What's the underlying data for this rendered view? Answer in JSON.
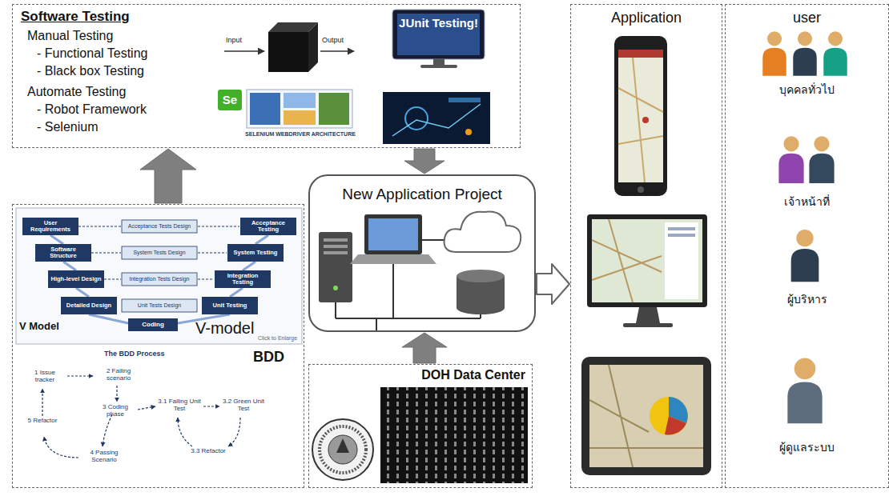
{
  "diagram": {
    "nodes": [
      {
        "text": [
          "Software Testing",
          "Manual Testing",
          "- Functional Testing",
          "- Black box Testing",
          "Automate Testing",
          "- Robot Framework",
          "- Selenium"
        ]
      },
      {
        "text": [
          "V Model",
          "V-model",
          "BDD"
        ]
      },
      {
        "text": [
          "New Application Project"
        ]
      },
      {
        "text": [
          "DOH Data Center"
        ]
      },
      {
        "text": [
          "Application"
        ]
      },
      {
        "text": [
          "user",
          "บุคคลทั่วไป",
          "เจ้าหน้าที่",
          "ผู้บริหาร",
          "ผู้ดูแลระบบ"
        ]
      }
    ],
    "edges": [
      {
        "from": 1,
        "to": 0,
        "arrow": "to"
      },
      {
        "from": 0,
        "to": 2,
        "arrow": "to"
      },
      {
        "from": 2,
        "to": 4,
        "arrow": "to"
      },
      {
        "from": 3,
        "to": 2,
        "arrow": "to"
      }
    ],
    "labels": [
      "Input",
      "Output",
      "JUnit Testing!",
      "Se",
      "SELENIUM WEBDRIVER ARCHITECTURE",
      "User Requirements",
      "Acceptance Tests Design",
      "Acceptance Testing",
      "Software Structure",
      "System Tests Design",
      "System Testing",
      "High-level Design",
      "Integration Tests Design",
      "Integration Testing",
      "Detailed Design",
      "Unit Tests Design",
      "Unit Testing",
      "Coding",
      "Click to Enlarge",
      "The BDD Process",
      "1 Issue tracker",
      "2 Failing scenario",
      "3 Coding phase",
      "3.1 Failing Unit Test",
      "3.2 Green Unit Test",
      "3.3 Refactor",
      "4 Passing Scenario",
      "5 Refactor"
    ]
  }
}
